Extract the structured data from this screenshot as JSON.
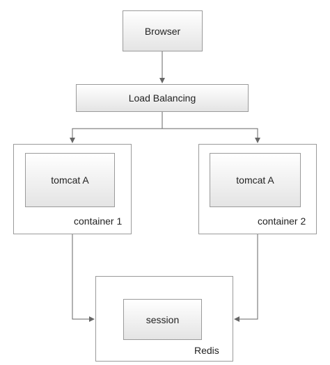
{
  "nodes": {
    "browser": "Browser",
    "load_balancing": "Load Balancing",
    "container1": {
      "caption": "container 1",
      "inner": "tomcat A"
    },
    "container2": {
      "caption": "container 2",
      "inner": "tomcat A"
    },
    "redis": {
      "caption": "Redis",
      "inner": "session"
    }
  },
  "colors": {
    "line": "#666666",
    "border": "#9a9a9a"
  }
}
